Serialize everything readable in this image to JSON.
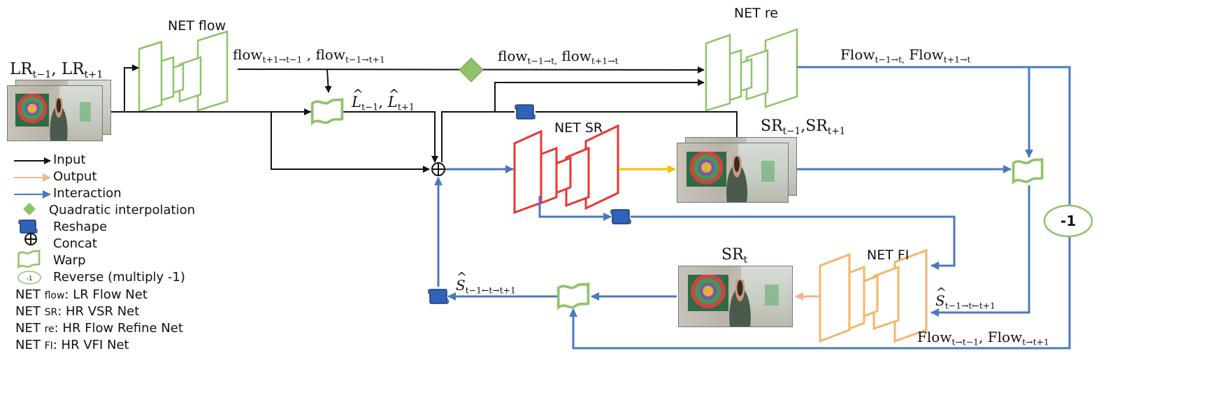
{
  "nodes": {
    "net_flow": "NET flow",
    "net_re": "NET re",
    "net_sr": "NET SR",
    "net_fi": "NET FI",
    "reverse_node": "-1"
  },
  "labels": {
    "lr_input": {
      "a": "LR",
      "a_sub": "t−1",
      "sep": ", ",
      "b": "LR",
      "b_sub": "t+1"
    },
    "flow_lr": {
      "a": "flow",
      "a_sub": "t+1→t−1",
      "sep": " ,  ",
      "b": "flow",
      "b_sub": "t−1→t+1"
    },
    "flow_t": {
      "a": "flow",
      "a_sub": "t−1→t,",
      "sep": " ",
      "b": "flow",
      "b_sub": "t+1→t"
    },
    "flow_refined": {
      "a": "Flow",
      "a_sub": "t−1→t,",
      "sep": " ",
      "b": "Flow",
      "b_sub": "t+1→t"
    },
    "warped_l": {
      "a": "L",
      "a_sub": "t−1",
      "sep": ",  ",
      "b": "L",
      "b_sub": "t+1"
    },
    "sr_neighbors": {
      "a": "SR",
      "a_sub": "t−1",
      "sep": ",",
      "b": "SR",
      "b_sub": "t+1"
    },
    "sr_t": {
      "a": "SR",
      "a_sub": "t"
    },
    "s_warped": {
      "a": "S",
      "a_sub": "t−1←t→t+1"
    },
    "s_fi": {
      "a": "S",
      "a_sub": "t−1→t←t+1"
    },
    "flow_reverse": {
      "a": "Flow",
      "a_sub": "t→t−1",
      "sep": ", ",
      "b": "Flow",
      "b_sub": "t→t+1"
    }
  },
  "legend": {
    "input": "Input",
    "output": "Output",
    "interaction": "Interaction",
    "quadratic": "Quadratic interpolation",
    "reshape": "Reshape",
    "concat": "Concat",
    "warp": "Warp",
    "reverse": "Reverse (multiply  -1)",
    "reverse_badge": "-1",
    "defs": [
      {
        "net": "NET",
        "sub": "flow",
        "desc": ": LR Flow Net"
      },
      {
        "net": "NET",
        "sub": "SR",
        "desc": ": HR VSR Net"
      },
      {
        "net": "NET",
        "sub": "re",
        "desc": ": HR Flow Refine Net"
      },
      {
        "net": "NET",
        "sub": "FI",
        "desc": ": HR VFI Net"
      }
    ]
  },
  "colors": {
    "input": "#111111",
    "output": "#f0b48f",
    "interaction": "#4a78c2",
    "sr_output": "#f2c200",
    "net_green": "#8fc36a",
    "net_red": "#ee3333",
    "net_orange": "#f4b56a",
    "diamond": "#8fc36a",
    "reshape": "#2f63b8"
  },
  "icons": {
    "quadratic": "diamond-icon",
    "reshape": "scroll-icon",
    "concat": "circle-plus-icon",
    "warp": "warp-flag-icon",
    "reverse": "ellipse-icon"
  }
}
